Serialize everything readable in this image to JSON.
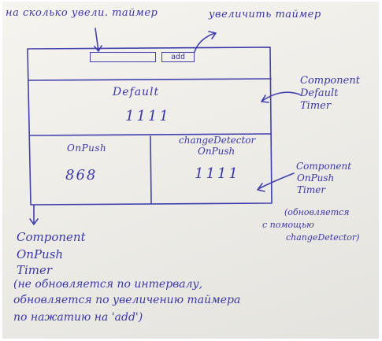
{
  "top_left_note": "на сколько увели. таймер",
  "top_right_note": "увеличить таймер",
  "add_button": "add",
  "default_panel": {
    "title": "Default",
    "value": "1111"
  },
  "onpush_panel": {
    "title": "OnPush",
    "value": "868"
  },
  "changedetector_panel": {
    "title_line1": "changeDetector",
    "title_line2": "OnPush",
    "value": "1111"
  },
  "annotation_default_timer": [
    "Component",
    "Default",
    "Timer"
  ],
  "annotation_onpush_timer": [
    "Component",
    "OnPush",
    "Timer"
  ],
  "annotation_changedetector": [
    "(обновляется",
    "с помощью",
    "changeDetector)"
  ],
  "bottom_note": [
    "Component",
    "OnPush",
    "Timer",
    "(не обновляется по интервалу,",
    "обновляется по увеличению таймера",
    "по нажатию на 'add')"
  ]
}
